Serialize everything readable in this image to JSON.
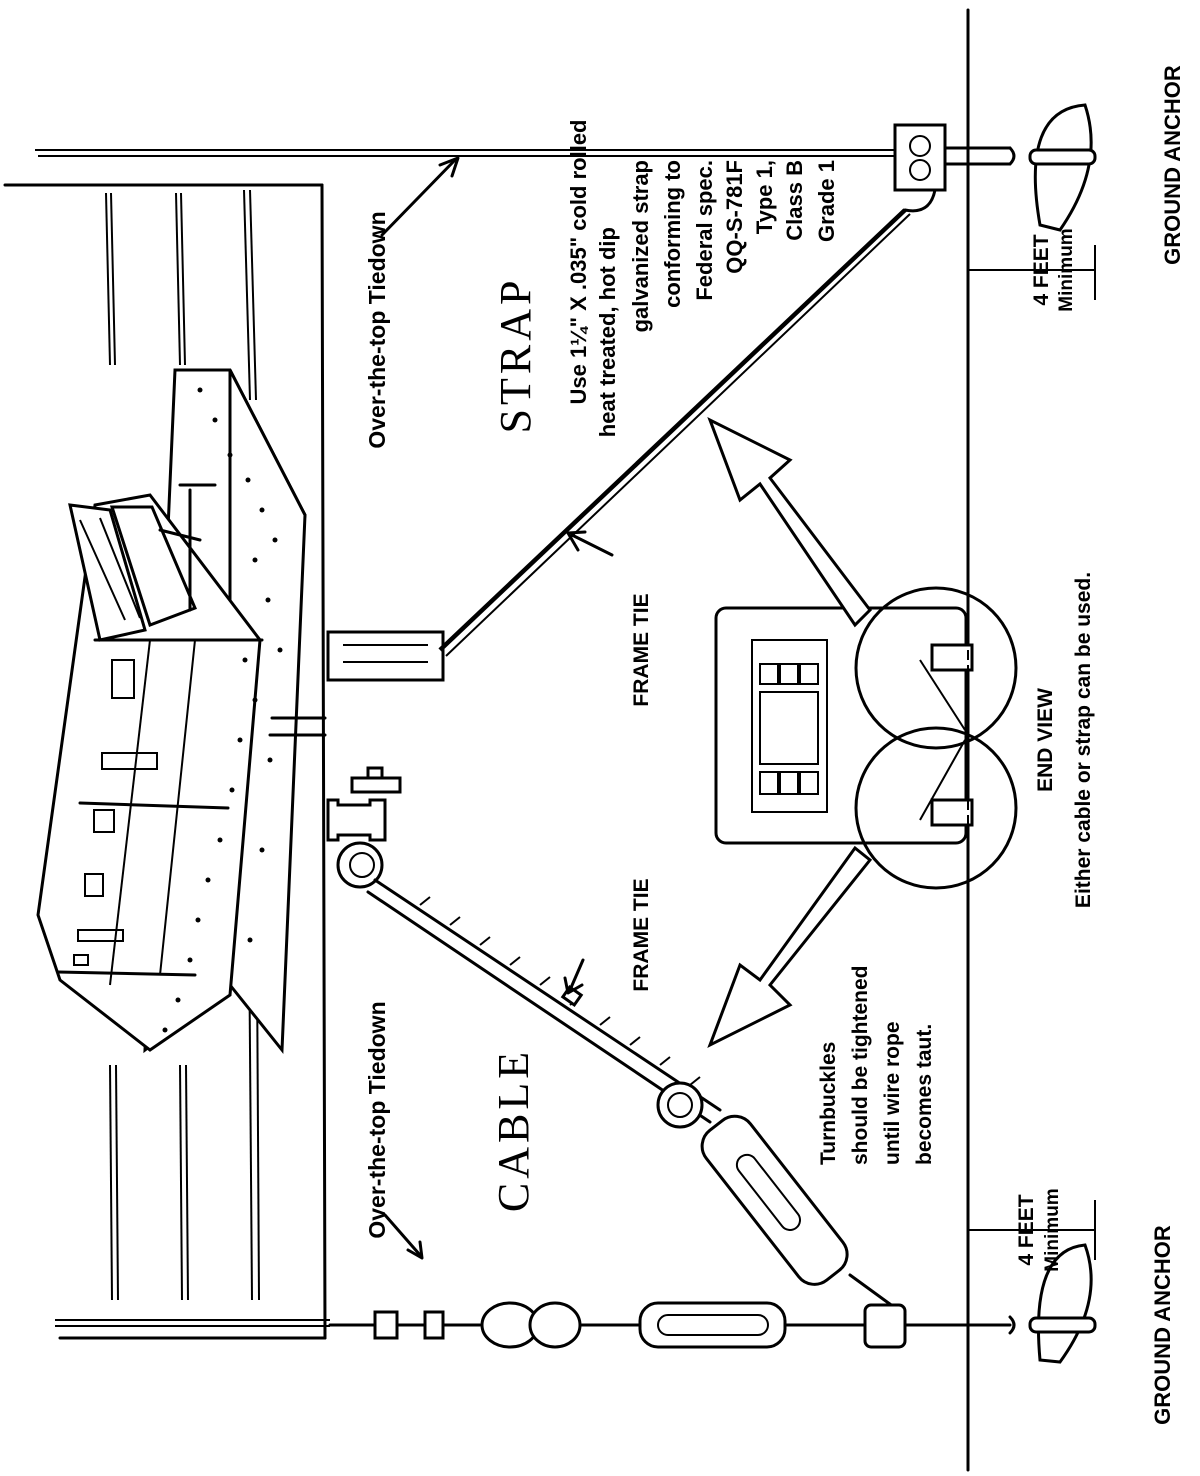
{
  "diagram": {
    "orientation": "rotated 90° counter-clockwise",
    "sections": {
      "cable": {
        "title": "CABLE",
        "over_the_top_label": "Over-the-top Tiedown",
        "frame_tie_label": "FRAME TIE",
        "turnbuckle_note": [
          "Turnbuckles",
          "should be tightened",
          "until wire rope",
          "becomes taut."
        ],
        "depth_label": [
          "4 FEET",
          "Minimum"
        ],
        "anchor_label": "GROUND ANCHOR"
      },
      "strap": {
        "title": "STRAP",
        "over_the_top_label": "Over-the-top Tiedown",
        "frame_tie_label": "FRAME TIE",
        "spec_note": [
          "Use 1¼\" X .035\" cold rolled",
          "heat treated, hot dip",
          "galvanized strap",
          "conforming to",
          "Federal spec.",
          "QQ-S-781F",
          "Type 1,",
          "Class B",
          "Grade 1"
        ],
        "depth_label": [
          "4 FEET",
          "Minimum"
        ],
        "anchor_label": "GROUND ANCHOR"
      },
      "end_view": {
        "title": "END VIEW",
        "caption": "Either cable or strap can be used."
      }
    }
  }
}
